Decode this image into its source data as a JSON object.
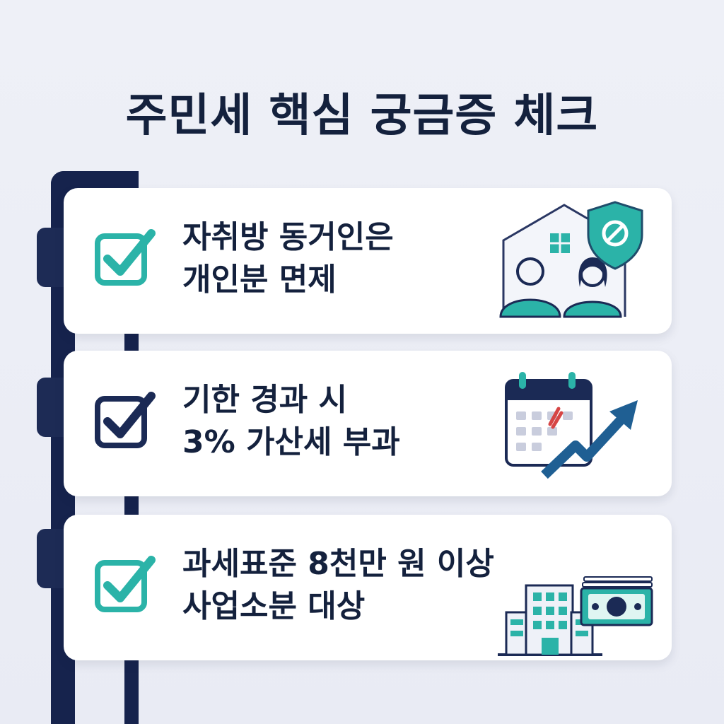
{
  "title": "주민세 핵심 궁금증 체크",
  "colors": {
    "navy": "#16234d",
    "teal": "#2bb3a8",
    "card": "#ffffff",
    "text": "#14213d",
    "accent_blue": "#1f5f93",
    "red_mark": "#d64545"
  },
  "items": [
    {
      "line1": "자취방 동거인은",
      "line2": "개인분 면제",
      "check_color": "teal",
      "icon": "house-people-shield-icon"
    },
    {
      "line1": "기한 경과 시",
      "line2": "3% 가산세 부과",
      "check_color": "navy",
      "icon": "calendar-rising-arrow-icon"
    },
    {
      "line1": "과세표준 8천만 원 이상",
      "line2": "사업소분 대상",
      "check_color": "teal",
      "icon": "building-money-icon"
    }
  ]
}
